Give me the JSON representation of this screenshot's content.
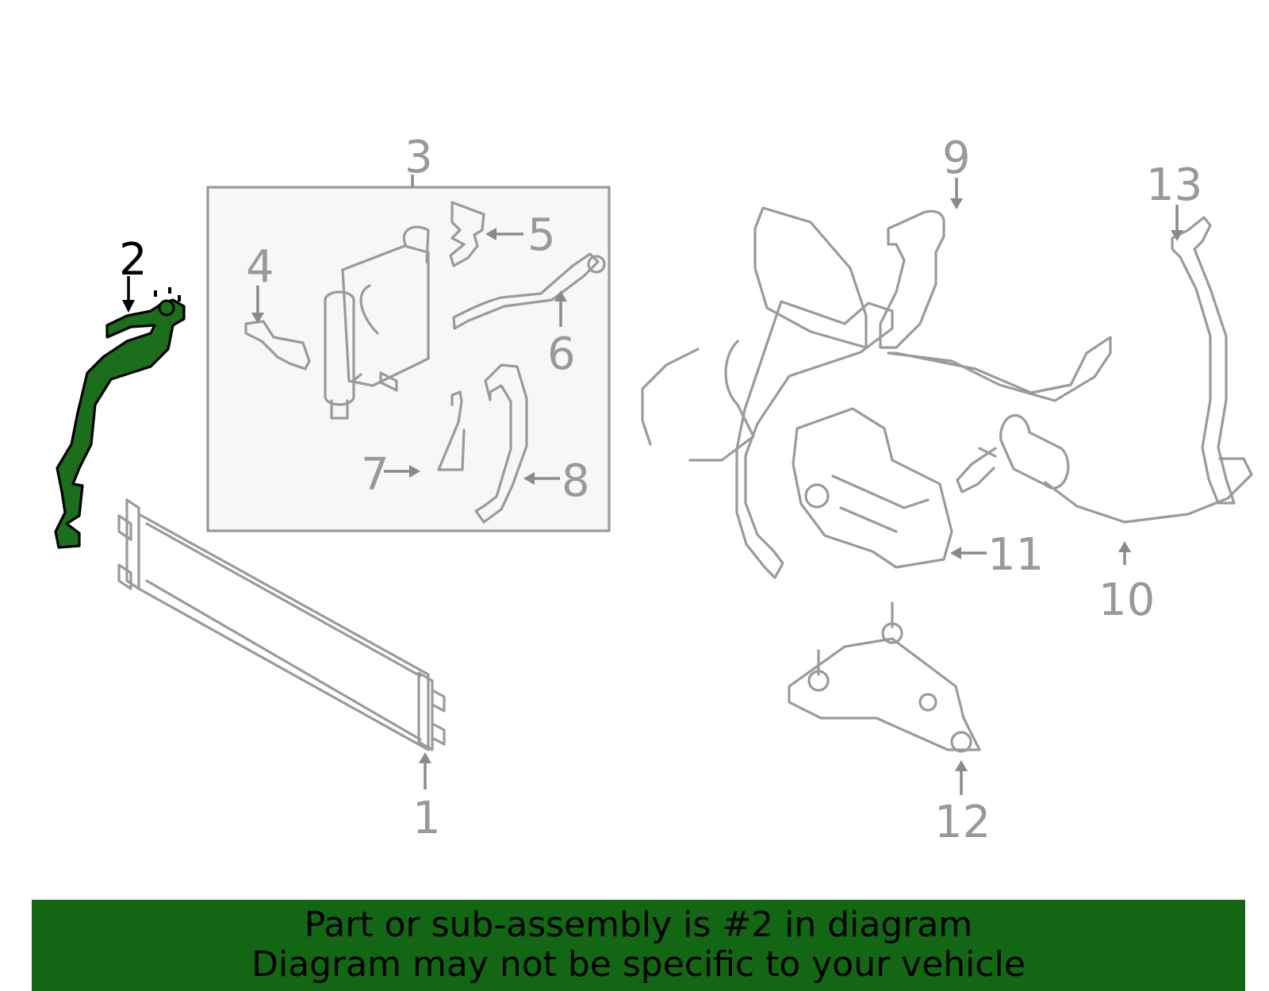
{
  "callouts": {
    "c1": "1",
    "c2": "2",
    "c3": "3",
    "c4": "4",
    "c5": "5",
    "c6": "6",
    "c7": "7",
    "c8": "8",
    "c9": "9",
    "c10": "10",
    "c11": "11",
    "c12": "12",
    "c13": "13"
  },
  "highlight": {
    "part": "2",
    "color": "#1b6e1b"
  },
  "banner": {
    "line1": "Part or sub-assembly is #2 in diagram",
    "line2": "Diagram may not be specific to your vehicle",
    "background": "#136613"
  }
}
